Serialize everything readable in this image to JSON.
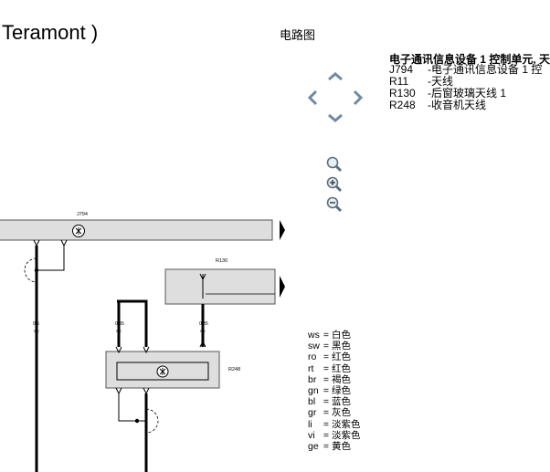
{
  "header": {
    "title_fragment": "Teramont )",
    "panel_title": "电路图"
  },
  "components": {
    "heading": "电子通讯信息设备 1 控制单元, 天",
    "items": [
      {
        "code": "J794",
        "desc": "-电子通讯信息设备 1 控"
      },
      {
        "code": "R11",
        "desc": "-天线"
      },
      {
        "code": "R130",
        "desc": "-后窗玻璃天线 1"
      },
      {
        "code": "R248",
        "desc": "-收音机天线"
      }
    ]
  },
  "navigation": {
    "icons": [
      "arrow-up-icon",
      "arrow-left-icon",
      "arrow-right-icon",
      "arrow-down-icon",
      "zoom-reset-icon",
      "zoom-in-icon",
      "zoom-out-icon"
    ]
  },
  "diagram": {
    "labels": {
      "j794": "J794",
      "r130": "R130",
      "r248": "R248",
      "wire1_gauge": "0.5",
      "wire1_color": "sw",
      "wire2_gauge": "0.35",
      "wire2_color": "sw",
      "wire3_gauge": "0.35",
      "wire3_color": "sw"
    },
    "colors": {
      "box_fill": "#dedede",
      "box_stroke": "#555555",
      "wire": "#000000"
    }
  },
  "legend": {
    "items": [
      {
        "key": "ws",
        "label": "白色"
      },
      {
        "key": "sw",
        "label": "黑色"
      },
      {
        "key": "ro",
        "label": "红色"
      },
      {
        "key": "rt",
        "label": "红色"
      },
      {
        "key": "br",
        "label": "褐色"
      },
      {
        "key": "gn",
        "label": "绿色"
      },
      {
        "key": "bl",
        "label": "蓝色"
      },
      {
        "key": "gr",
        "label": "灰色"
      },
      {
        "key": "li",
        "label": "淡紫色"
      },
      {
        "key": "vi",
        "label": "淡紫色"
      },
      {
        "key": "ge",
        "label": "黄色"
      }
    ]
  }
}
